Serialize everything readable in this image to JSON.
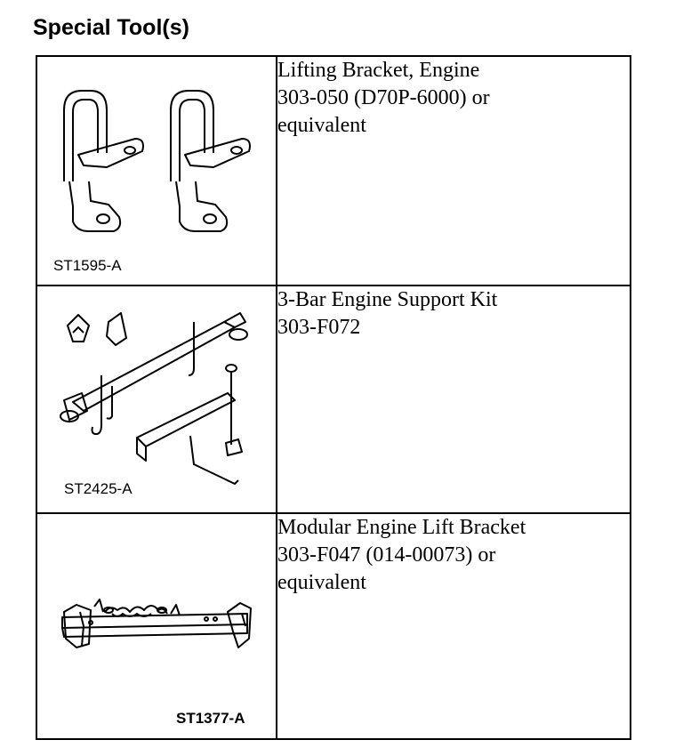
{
  "heading": "Special Tool(s)",
  "tools": [
    {
      "code": "ST1595-A",
      "icon": "engine-lifting-bracket-icon",
      "lines": [
        "Lifting Bracket, Engine",
        "303-050 (D70P-6000) or",
        "equivalent"
      ]
    },
    {
      "code": "ST2425-A",
      "icon": "engine-support-kit-icon",
      "lines": [
        "3-Bar Engine Support Kit",
        "303-F072"
      ]
    },
    {
      "code": "ST1377-A",
      "icon": "engine-lift-bracket-icon",
      "lines": [
        "Modular Engine Lift Bracket",
        "303-F047 (014-00073) or",
        "equivalent"
      ]
    }
  ]
}
